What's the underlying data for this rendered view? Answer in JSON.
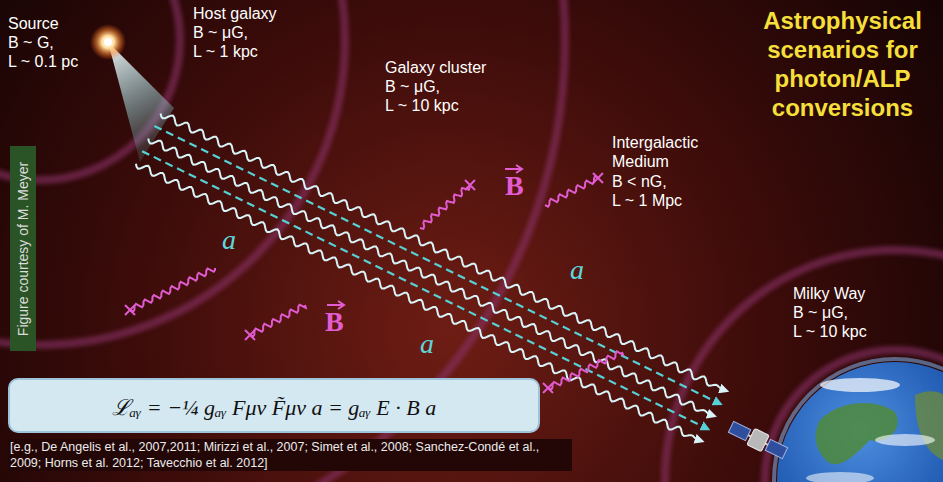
{
  "diagram": {
    "title": "Astrophysical scenarios for photon/ALP conversions",
    "nodes": [
      {
        "text": [
          "Figure courtesy of M. Meyer"
        ]
      },
      {
        "text": [
          "ℒₐᵧ = −¼ gₐᵧ Fμν F̃μν a = gₐᵧ E · B a"
        ]
      }
    ],
    "labels": [
      "Source",
      "B ~ G,",
      "L ~ 0.1 pc",
      "Host galaxy",
      "B ~ μG,",
      "L ~ 1 kpc",
      "Galaxy cluster",
      "B ~ μG,",
      "L ~ 10 kpc",
      "Intergalactic Medium",
      "B < nG,",
      "L ~ 1 Mpc",
      "Milky Way",
      "B ~ μG,",
      "L ~ 10 kpc",
      "a",
      "a",
      "a",
      "B",
      "B",
      "[e.g., De Angelis et al., 2007,2011; Mirizzi et al., 2007; Simet et al., 2008; Sanchez-Condé et al., 2009; Horns et al. 2012; Tavecchio et al. 2012]"
    ]
  }
}
